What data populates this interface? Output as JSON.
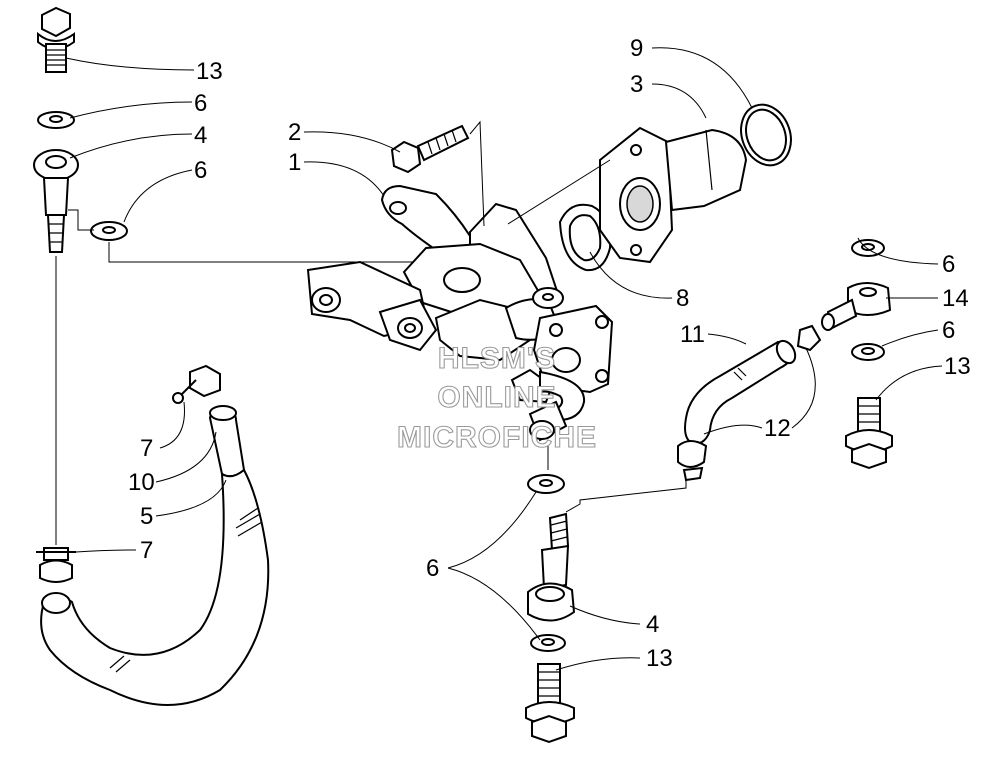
{
  "callouts": {
    "c13a": "13",
    "c6a": "6",
    "c4a": "4",
    "c6b": "6",
    "c2": "2",
    "c1": "1",
    "c9": "9",
    "c3": "3",
    "c8": "8",
    "c6c": "6",
    "c14": "14",
    "c6d": "6",
    "c13b": "13",
    "c11": "11",
    "c12": "12",
    "c7a": "7",
    "c10": "10",
    "c5": "5",
    "c7b": "7",
    "c6e": "6",
    "c4b": "4",
    "c13c": "13"
  },
  "watermark": {
    "line1": "HLSM'S",
    "line2": "ONLINE",
    "line3": "MICROFICHE"
  }
}
